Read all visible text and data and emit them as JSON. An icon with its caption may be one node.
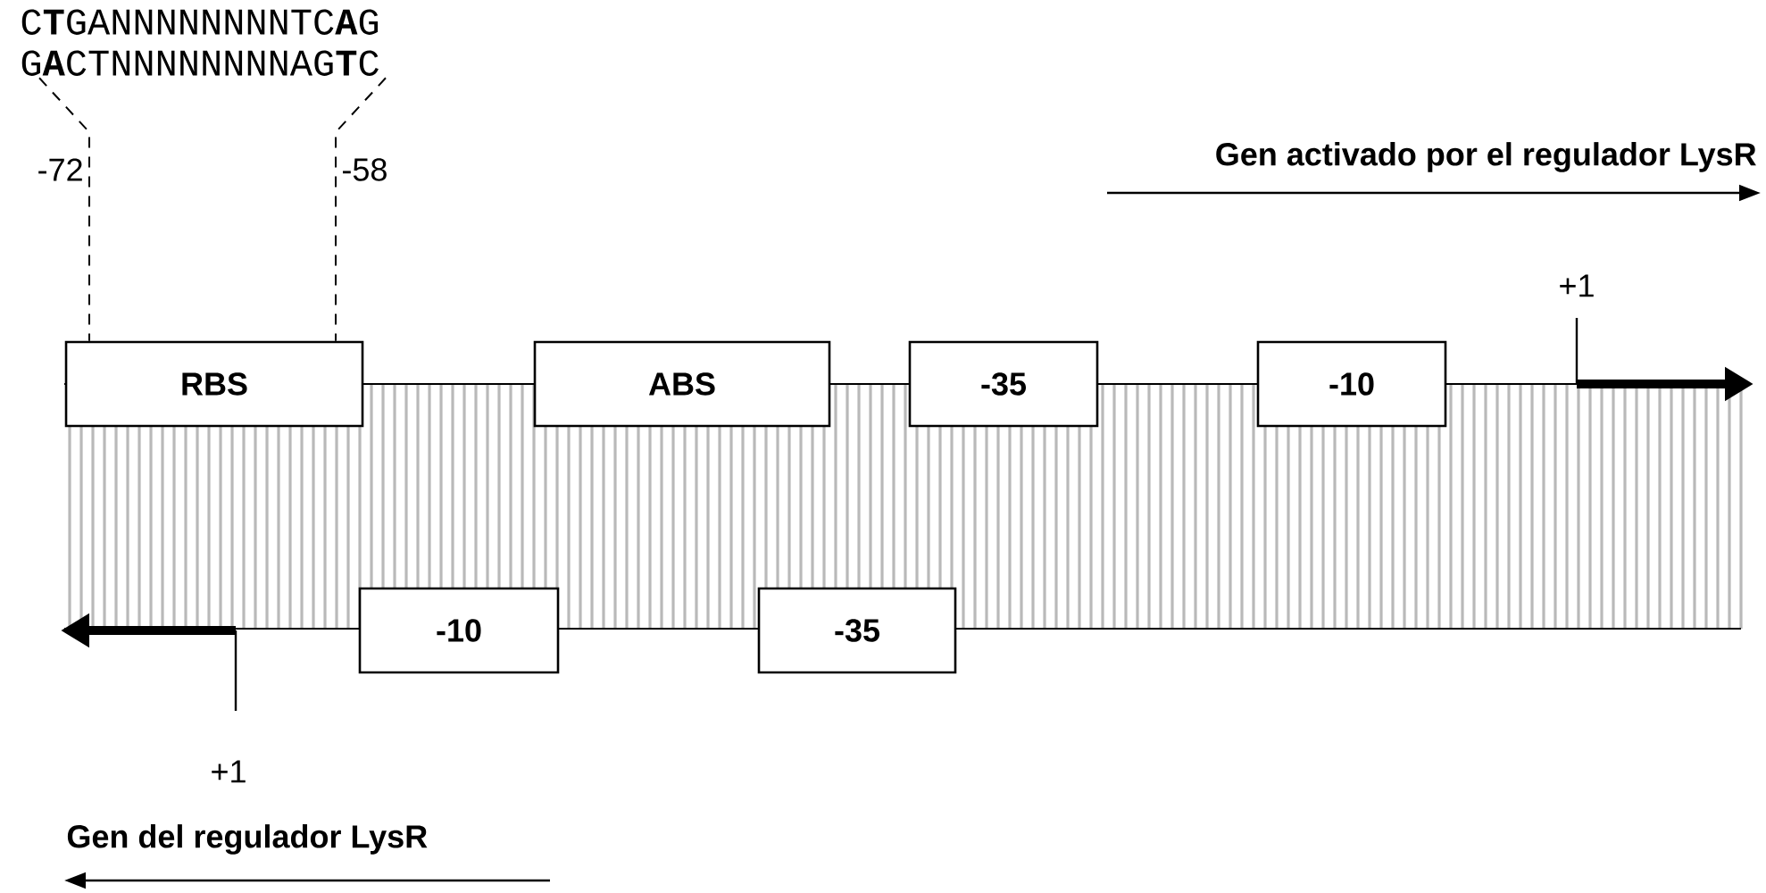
{
  "diagram": {
    "nodes": [
      {
        "text": [
          "C**T**GANNNNNNNNTC**A**G",
          "G**A**CTNNNNNNNNAG**T**C"
        ]
      },
      {
        "text": [
          "RBS"
        ]
      },
      {
        "text": [
          "ABS"
        ]
      },
      {
        "text": [
          "-35"
        ]
      },
      {
        "text": [
          "-10"
        ]
      },
      {
        "text": [
          "-10"
        ]
      },
      {
        "text": [
          "-35"
        ]
      }
    ],
    "edges": [
      {
        "from": 0,
        "to": 1,
        "arrow": "none",
        "style": "dashed"
      },
      {
        "from": 0,
        "to": 1,
        "arrow": "none",
        "style": "dashed"
      }
    ],
    "labels": [
      "-72",
      "-58",
      "Gen activado por el regulador LysR",
      "+1",
      "+1",
      "Gen del regulador LysR"
    ]
  }
}
